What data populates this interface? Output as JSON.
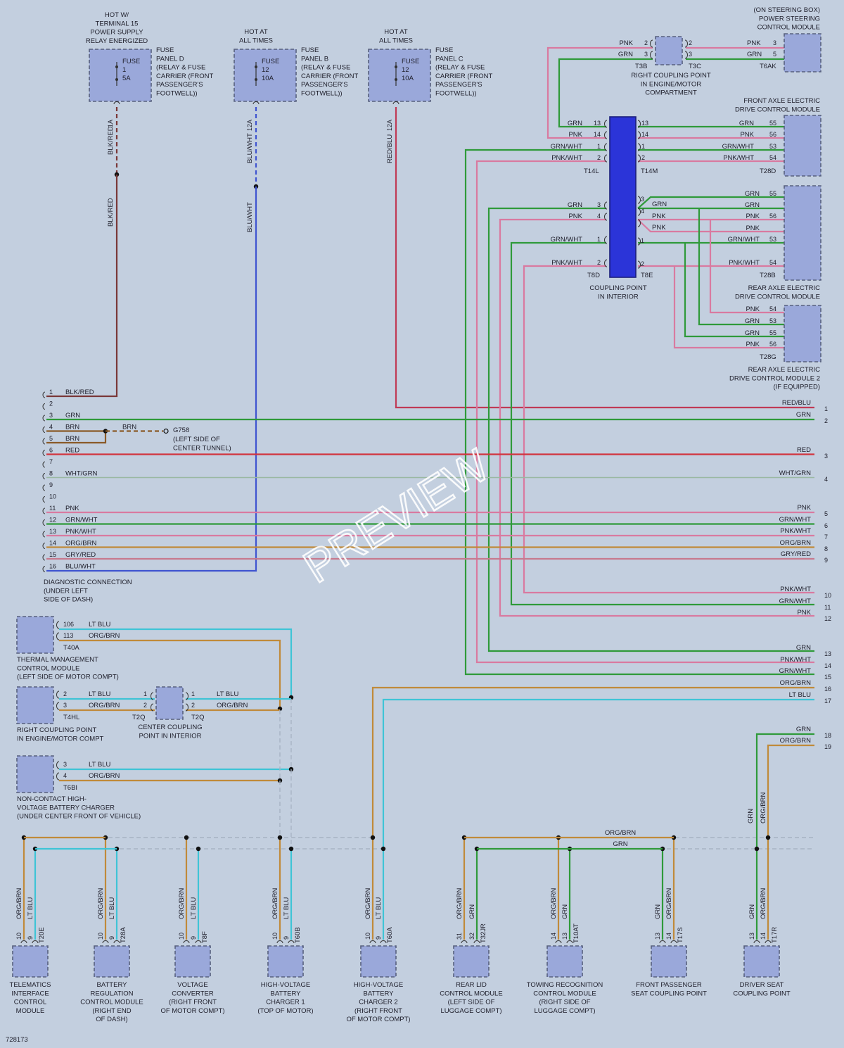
{
  "diagram_id": "728173",
  "watermark": "PREVIEW",
  "colors": {
    "background": "#c3cfdf",
    "component_fill": "#9aa8da",
    "coupling_fill": "#2b34d8",
    "wire_pnk": "#d97aa0",
    "wire_grn": "#2f9a3a",
    "wire_red": "#d2343e",
    "wire_brn": "#8a5a28",
    "wire_blu": "#3f54d0",
    "wire_ltblu": "#3fc4d6",
    "wire_orgbrn": "#c08a3a",
    "wire_wht_grn": "#9ab8a2",
    "wire_gry_red": "#c77a8e",
    "wire_blk_red": "#7a3838",
    "wire_red_blu": "#c03a55"
  },
  "fuses": [
    {
      "header": [
        "HOT W/",
        "TERMINAL 15",
        "POWER SUPPLY",
        "RELAY ENERGIZED"
      ],
      "fuse_label": [
        "FUSE",
        "1",
        "5A"
      ],
      "panel": [
        "FUSE",
        "PANEL D",
        "(RELAY & FUSE",
        "CARRIER (FRONT",
        "PASSENGER'S",
        "FOOTWELL))"
      ],
      "pin": "1A",
      "wire": "BLK/RED"
    },
    {
      "header": [
        "HOT AT",
        "ALL TIMES"
      ],
      "fuse_label": [
        "FUSE",
        "12",
        "10A"
      ],
      "panel": [
        "FUSE",
        "PANEL B",
        "(RELAY & FUSE",
        "CARRIER (FRONT",
        "PASSENGER'S",
        "FOOTWELL))"
      ],
      "pin": "12A",
      "wire": "BLU/WHT"
    },
    {
      "header": [
        "HOT AT",
        "ALL TIMES"
      ],
      "fuse_label": [
        "FUSE",
        "12",
        "10A"
      ],
      "panel": [
        "FUSE",
        "PANEL C",
        "(RELAY & FUSE",
        "CARRIER (FRONT",
        "PASSENGER'S",
        "FOOTWELL))"
      ],
      "pin": "12A",
      "wire": "RED/BLU"
    }
  ],
  "steering_module": {
    "title": [
      "(ON STEERING BOX)",
      "POWER STEERING",
      "CONTROL MODULE"
    ],
    "pins": [
      {
        "pin": "3",
        "wire": "PNK"
      },
      {
        "pin": "5",
        "wire": "GRN"
      }
    ],
    "connector": "T6AK"
  },
  "right_coupling_top": {
    "title": [
      "RIGHT COUPLING POINT",
      "IN ENGINE/MOTOR",
      "COMPARTMENT"
    ],
    "left": [
      {
        "wire": "PNK",
        "pin": "2"
      },
      {
        "wire": "GRN",
        "pin": "3"
      }
    ],
    "right_pins": [
      "2",
      "3"
    ],
    "conn_left": "T3B",
    "conn_right": "T3C"
  },
  "front_axle_module": {
    "title": [
      "FRONT AXLE ELECTRIC",
      "DRIVE CONTROL MODULE"
    ],
    "pins": [
      {
        "wire": "GRN",
        "pin": "55"
      },
      {
        "wire": "PNK",
        "pin": "56"
      },
      {
        "wire": "GRN/WHT",
        "pin": "53"
      },
      {
        "wire": "PNK/WHT",
        "pin": "54"
      }
    ],
    "connector": "T28D"
  },
  "coupling_interior": {
    "title": [
      "COUPLING POINT",
      "IN INTERIOR"
    ],
    "upper_left": [
      {
        "wire": "GRN",
        "pin": "13"
      },
      {
        "wire": "PNK",
        "pin": "14"
      },
      {
        "wire": "GRN/WHT",
        "pin": "1"
      },
      {
        "wire": "PNK/WHT",
        "pin": "2"
      }
    ],
    "upper_right_pins": [
      "13",
      "14",
      "1",
      "2"
    ],
    "conn_ul": "T14L",
    "conn_ur": "T14M",
    "lower_left": [
      {
        "wire": "GRN",
        "pin": "3"
      },
      {
        "wire": "PNK",
        "pin": "4"
      },
      {
        "wire": "GRN/WHT",
        "pin": "1"
      },
      {
        "wire": "PNK/WHT",
        "pin": "2"
      }
    ],
    "lower_right": [
      {
        "pin": "3",
        "wire": "GRN"
      },
      {
        "pin": "4",
        "wire": "PNK"
      },
      {
        "pin": "",
        "wire": "PNK"
      },
      {
        "pin": "1",
        "wire": ""
      },
      {
        "pin": "2",
        "wire": ""
      }
    ],
    "conn_ll": "T8D",
    "conn_lr": "T8E"
  },
  "rear_axle_module": {
    "title": [
      "REAR AXLE ELECTRIC",
      "DRIVE CONTROL MODULE"
    ],
    "pins": [
      {
        "wire": "GRN",
        "pin": "55"
      },
      {
        "wire": "GRN",
        "pin": ""
      },
      {
        "wire": "PNK",
        "pin": "56"
      },
      {
        "wire": "PNK",
        "pin": ""
      },
      {
        "wire": "GRN/WHT",
        "pin": "53"
      },
      {
        "wire": "PNK/WHT",
        "pin": "54"
      }
    ],
    "connector": "T28B"
  },
  "rear_axle_module2": {
    "title": [
      "REAR AXLE ELECTRIC",
      "DRIVE CONTROL MODULE 2",
      "(IF EQUIPPED)"
    ],
    "pins": [
      {
        "wire": "PNK",
        "pin": "54"
      },
      {
        "wire": "GRN",
        "pin": "53"
      },
      {
        "wire": "GRN",
        "pin": "55"
      },
      {
        "wire": "PNK",
        "pin": "56"
      }
    ],
    "connector": "T28G"
  },
  "diagnostic": {
    "title": [
      "DIAGNOSTIC CONNECTION",
      "(UNDER LEFT",
      "SIDE OF DASH)"
    ],
    "pins": [
      {
        "pin": "1",
        "wire": "BLK/RED"
      },
      {
        "pin": "2",
        "wire": ""
      },
      {
        "pin": "3",
        "wire": "GRN"
      },
      {
        "pin": "4",
        "wire": "BRN"
      },
      {
        "pin": "5",
        "wire": "BRN"
      },
      {
        "pin": "6",
        "wire": "RED"
      },
      {
        "pin": "7",
        "wire": ""
      },
      {
        "pin": "8",
        "wire": "WHT/GRN"
      },
      {
        "pin": "9",
        "wire": ""
      },
      {
        "pin": "10",
        "wire": ""
      },
      {
        "pin": "11",
        "wire": "PNK"
      },
      {
        "pin": "12",
        "wire": "GRN/WHT"
      },
      {
        "pin": "13",
        "wire": "PNK/WHT"
      },
      {
        "pin": "14",
        "wire": "ORG/BRN"
      },
      {
        "pin": "15",
        "wire": "GRY/RED"
      },
      {
        "pin": "16",
        "wire": "BLU/WHT"
      }
    ],
    "ground_wire": "BRN",
    "ground_label": [
      "G758",
      "(LEFT SIDE OF",
      "CENTER TUNNEL)"
    ]
  },
  "right_refs": [
    {
      "num": "1",
      "wire": "RED/BLU"
    },
    {
      "num": "2",
      "wire": "GRN"
    },
    {
      "num": "3",
      "wire": "RED"
    },
    {
      "num": "4",
      "wire": "WHT/GRN"
    },
    {
      "num": "5",
      "wire": "PNK"
    },
    {
      "num": "6",
      "wire": "GRN/WHT"
    },
    {
      "num": "7",
      "wire": "PNK/WHT"
    },
    {
      "num": "8",
      "wire": "ORG/BRN"
    },
    {
      "num": "9",
      "wire": "GRY/RED"
    },
    {
      "num": "10",
      "wire": "PNK/WHT"
    },
    {
      "num": "11",
      "wire": "GRN/WHT"
    },
    {
      "num": "12",
      "wire": "PNK"
    },
    {
      "num": "13",
      "wire": "GRN"
    },
    {
      "num": "14",
      "wire": "PNK/WHT"
    },
    {
      "num": "15",
      "wire": "GRN/WHT"
    },
    {
      "num": "16",
      "wire": "ORG/BRN"
    },
    {
      "num": "17",
      "wire": "LT BLU"
    },
    {
      "num": "18",
      "wire": "GRN"
    },
    {
      "num": "19",
      "wire": "ORG/BRN"
    }
  ],
  "left_modules": [
    {
      "title": [
        "THERMAL MANAGEMENT",
        "CONTROL MODULE",
        "(LEFT SIDE OF MOTOR COMPT)"
      ],
      "pins": [
        {
          "pin": "106",
          "wire": "LT BLU"
        },
        {
          "pin": "113",
          "wire": "ORG/BRN"
        }
      ],
      "connector": "T40A"
    },
    {
      "title": [
        "RIGHT COUPLING POINT",
        "IN ENGINE/MOTOR COMPT"
      ],
      "pins": [
        {
          "pin": "2",
          "wire": "LT BLU"
        },
        {
          "pin": "3",
          "wire": "ORG/BRN"
        }
      ],
      "connector": "T4HL"
    },
    {
      "title": [
        "NON-CONTACT HIGH-",
        "VOLTAGE BATTERY CHARGER",
        "(UNDER CENTER FRONT OF VEHICLE)"
      ],
      "pins": [
        {
          "pin": "3",
          "wire": "LT BLU"
        },
        {
          "pin": "4",
          "wire": "ORG/BRN"
        }
      ],
      "connector": "T6BI"
    }
  ],
  "center_coupling": {
    "title": [
      "CENTER COUPLING",
      "POINT IN INTERIOR"
    ],
    "left_pins": [
      "1",
      "2"
    ],
    "right_pins": [
      "1",
      "2"
    ],
    "right_wires": [
      "LT BLU",
      "ORG/BRN"
    ],
    "conn_left": "T2Q",
    "conn_right": "T2Q"
  },
  "bus_labels": {
    "org_brn": "ORG/BRN",
    "grn": "GRN"
  },
  "bottom_modules": [
    {
      "title": [
        "TELEMATICS",
        "INTERFACE",
        "CONTROL",
        "MODULE"
      ],
      "pins": [
        {
          "pin": "10",
          "wire": "ORG/BRN"
        },
        {
          "pin": "9",
          "wire": "LT BLU"
        }
      ],
      "connector": "T20E"
    },
    {
      "title": [
        "BATTERY",
        "REGULATION",
        "CONTROL MODULE",
        "(RIGHT END",
        "OF DASH)"
      ],
      "pins": [
        {
          "pin": "10",
          "wire": "ORG/BRN"
        },
        {
          "pin": "9",
          "wire": "LT BLU"
        }
      ],
      "connector": "T28A"
    },
    {
      "title": [
        "VOLTAGE",
        "CONVERTER",
        "(RIGHT FRONT",
        "OF MOTOR COMPT)"
      ],
      "pins": [
        {
          "pin": "10",
          "wire": "ORG/BRN"
        },
        {
          "pin": "9",
          "wire": "LT BLU"
        }
      ],
      "connector": "T8F"
    },
    {
      "title": [
        "HIGH-VOLTAGE",
        "BATTERY",
        "CHARGER 1",
        "(TOP OF MOTOR)"
      ],
      "pins": [
        {
          "pin": "10",
          "wire": "ORG/BRN"
        },
        {
          "pin": "9",
          "wire": "LT BLU"
        }
      ],
      "connector": "T60B"
    },
    {
      "title": [
        "HIGH-VOLTAGE",
        "BATTERY",
        "CHARGER 2",
        "(RIGHT FRONT",
        "OF MOTOR COMPT)"
      ],
      "pins": [
        {
          "pin": "10",
          "wire": "ORG/BRN"
        },
        {
          "pin": "9",
          "wire": "LT BLU"
        }
      ],
      "connector": "T60A"
    },
    {
      "title": [
        "REAR LID",
        "CONTROL MODULE",
        "(LEFT SIDE OF",
        "LUGGAGE COMPT)"
      ],
      "pins": [
        {
          "pin": "31",
          "wire": "ORG/BRN"
        },
        {
          "pin": "32",
          "wire": "GRN"
        }
      ],
      "connector": "T32JR"
    },
    {
      "title": [
        "TOWING RECOGNITION",
        "CONTROL MODULE",
        "(RIGHT SIDE OF",
        "LUGGAGE COMPT)"
      ],
      "pins": [
        {
          "pin": "14",
          "wire": "ORG/BRN"
        },
        {
          "pin": "13",
          "wire": "GRN"
        }
      ],
      "connector": "T10AT"
    },
    {
      "title": [
        "FRONT PASSENGER",
        "SEAT COUPLING POINT"
      ],
      "pins": [
        {
          "pin": "13",
          "wire": "GRN"
        },
        {
          "pin": "14",
          "wire": "ORG/BRN"
        }
      ],
      "connector": "T17S"
    },
    {
      "title": [
        "DRIVER SEAT",
        "COUPLING POINT"
      ],
      "pins": [
        {
          "pin": "13",
          "wire": "GRN"
        },
        {
          "pin": "14",
          "wire": "ORG/BRN"
        }
      ],
      "connector": "T17R"
    }
  ]
}
